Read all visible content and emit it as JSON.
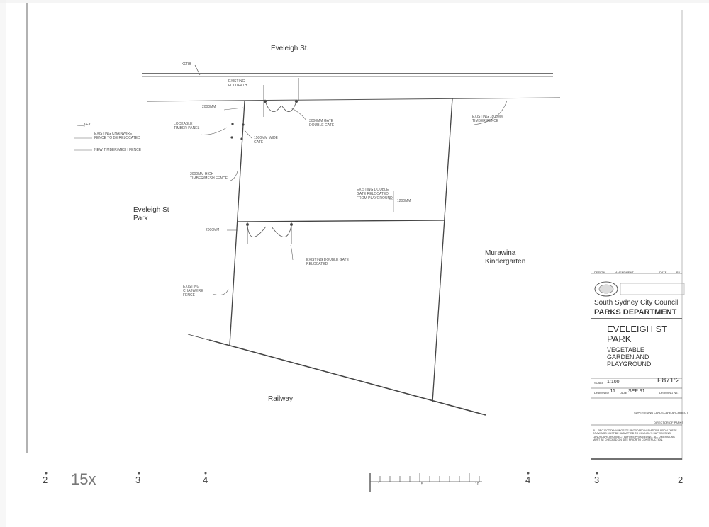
{
  "labels": {
    "street": "Eveleigh St.",
    "park_name_line1": "Eveleigh St",
    "park_name_line2": "Park",
    "railway": "Railway",
    "neighbour_line1": "Murawina",
    "neighbour_line2": "Kindergarten",
    "kerb": "KERB",
    "existing_footpath": "EXISTING FOOTPATH",
    "gate_2000_a": "2000MM",
    "gate_2000_b": "2000MM",
    "gate_3000": "3000MM",
    "double_gate": "3000MM GATE DOUBLE GATE",
    "lockable_timber_panel": "LOCKABLE TIMBER PANEL",
    "single_gate": "1500MM WIDE GATE",
    "mesh_fence": "2000MM HIGH TIMBER/MESH FENCE",
    "existing_fence_right": "EXISTING 1800MM TIMBER FENCE",
    "existing_double_gate": "EXISTING DOUBLE GATE RELOCATED",
    "existing_fence_left": "EXISTING CHAINWIRE FENCE",
    "existing_building_note": "EXISTING DOUBLE GATE RELOCATED FROM PLAYGROUND",
    "note_1200": "1200MM"
  },
  "key": {
    "title": "KEY",
    "item1": "EXISTING CHAINWIRE FENCE TO BE RELOCATED",
    "item2": "NEW TIMBER/MESH FENCE"
  },
  "title_block": {
    "head_cols": [
      "DESIGN",
      "AMENDMENT",
      "DATE",
      "BY"
    ],
    "council": "South Sydney City Council",
    "department": "PARKS DEPARTMENT",
    "project_line1": "EVELEIGH ST",
    "project_line2": "PARK",
    "desc_line1": "VEGETABLE",
    "desc_line2": "GARDEN  AND",
    "desc_line3": "PLAYGROUND",
    "scale_label": "SCALE",
    "scale_value": "1:100",
    "drawing_no": "P871:2",
    "drawn_label": "DRAWN BY",
    "drawn_value": "JJ",
    "date_label": "DATE",
    "date_value": "SEP 91",
    "drawing_no_label": "DRAWING No.",
    "supervising": "SUPERVISING LANDSCAPE ARCHITECT",
    "director": "DIRECTOR OF PARKS",
    "disclaimer": "ALL PROJECT DRAWINGS OF PROPOSED VARIATIONS FROM THESE DRAWINGS MUST BE SUBMITTED TO COUNCIL'S SUPERVISING LANDSCAPE ARCHITECT BEFORE PROCEEDING. ALL DIMENSIONS MUST BE CHECKED ON SITE PRIOR TO CONSTRUCTION."
  },
  "film_strip": {
    "numbers": [
      "2",
      "15x",
      "3",
      "4",
      "1",
      "5",
      "10",
      "4",
      "3",
      "2"
    ]
  }
}
